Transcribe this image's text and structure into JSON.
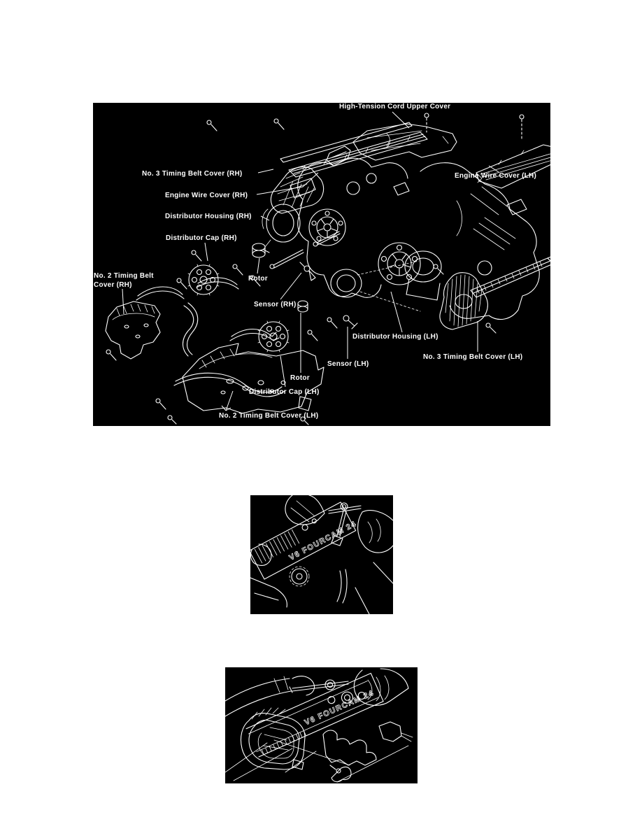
{
  "colors": {
    "page_bg": "#ffffff",
    "panel_bg": "#000000",
    "line": "#ffffff",
    "label_text": "#ffffff"
  },
  "main_diagram": {
    "labels": {
      "high_tension_cord_upper_cover": "High-Tension Cord Upper Cover",
      "no3_timing_belt_cover_rh": "No. 3 Timing Belt Cover (RH)",
      "engine_wire_cover_rh": "Engine Wire Cover (RH)",
      "distributor_housing_rh": "Distributor Housing (RH)",
      "distributor_cap_rh": "Distributor Cap (RH)",
      "no2_timing_belt_cover_rh_line1": "No. 2 Timing Belt",
      "no2_timing_belt_cover_rh_line2": "Cover (RH)",
      "rotor_rh": "Rotor",
      "sensor_rh": "Sensor (RH)",
      "engine_wire_cover_lh": "Engine Wire Cover (LH)",
      "distributor_housing_lh": "Distributor Housing (LH)",
      "sensor_lh": "Sensor (LH)",
      "no3_timing_belt_cover_lh": "No. 3 Timing Belt Cover (LH)",
      "rotor_lh": "Rotor",
      "distributor_cap_lh": "Distributor Cap (LH)",
      "no2_timing_belt_cover_lh": "No. 2 Timing Belt Cover (LH)"
    }
  },
  "valve_cover_figure_top": {
    "cover_text": "V6 FOURCAM 24"
  },
  "valve_cover_figure_bottom": {
    "cover_text": "V6 FOURCAM 24"
  }
}
